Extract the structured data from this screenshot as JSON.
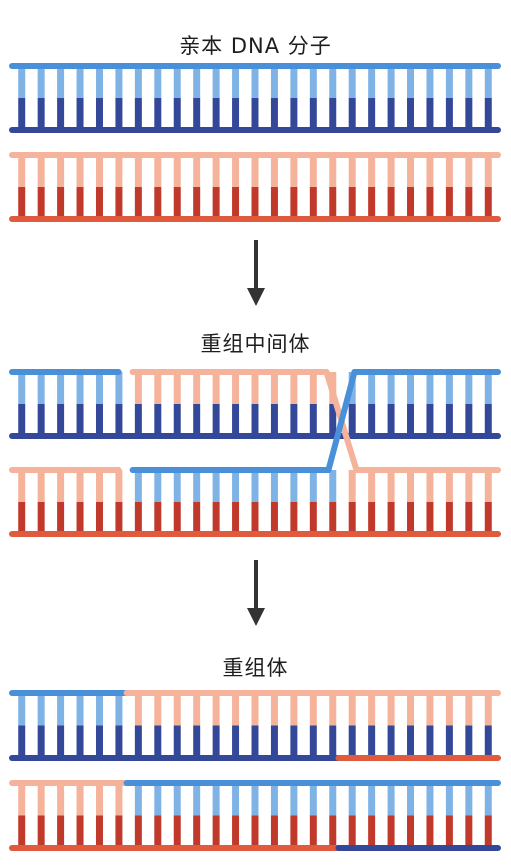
{
  "labels": {
    "parent": "亲本 DNA 分子",
    "intermediate": "重组中间体",
    "recombinant": "重组体"
  },
  "colors": {
    "blue": "#4a90d9",
    "blue_light": "#7fb3e6",
    "blue_dark": "#34489a",
    "red": "#e05a3e",
    "red_light": "#f4b39a",
    "red_dark": "#c0392b",
    "arrow": "#333333"
  }
}
